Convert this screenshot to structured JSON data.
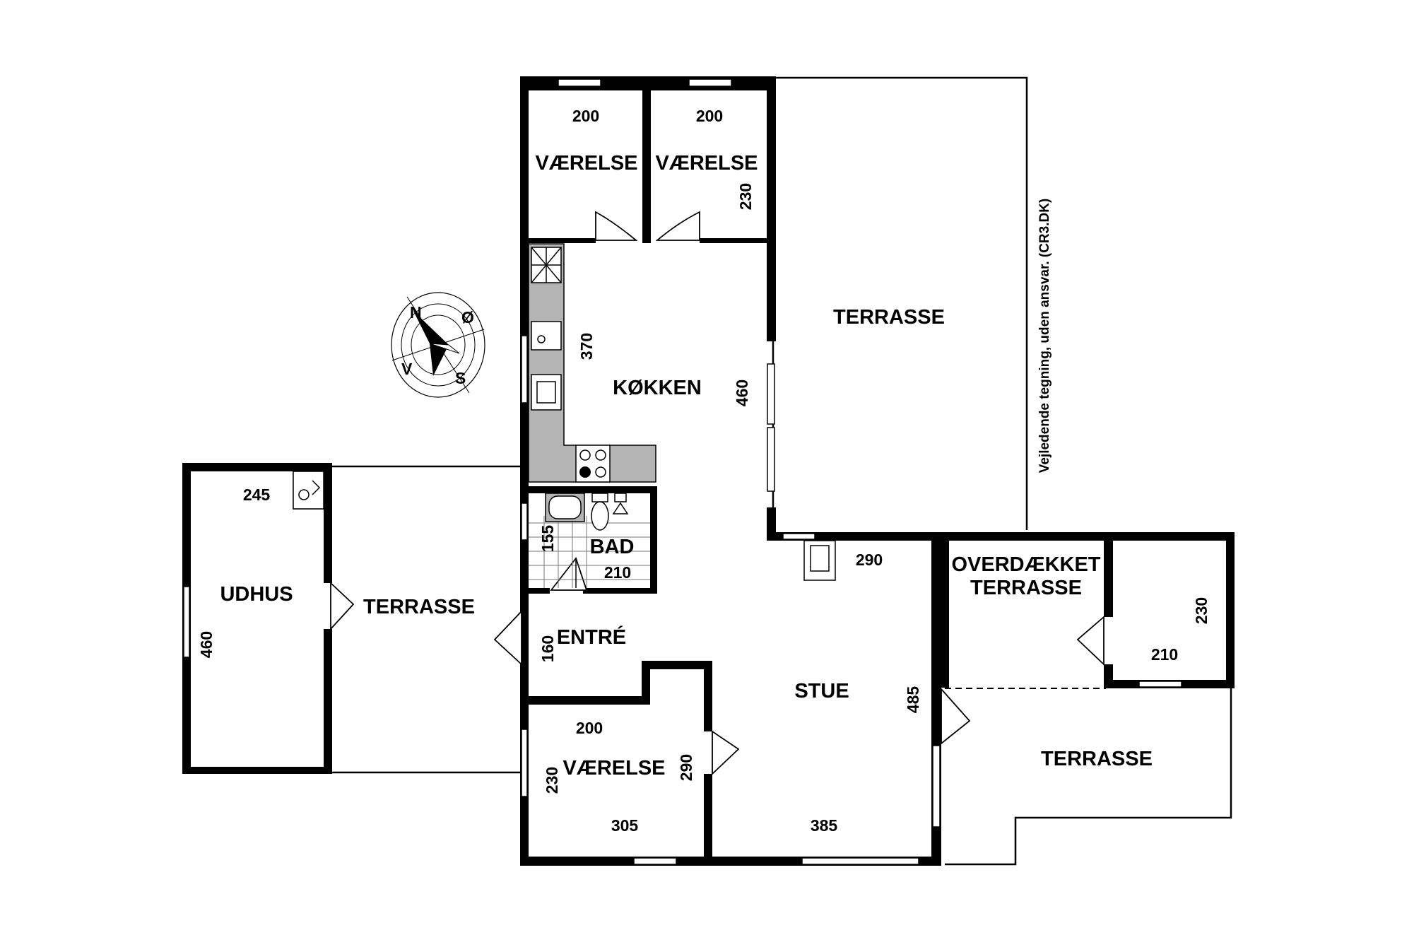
{
  "rooms": {
    "vaerelse_1": "VÆRELSE",
    "vaerelse_2": "VÆRELSE",
    "vaerelse_3": "VÆRELSE",
    "terrasse_top": "TERRASSE",
    "terrasse_left": "TERRASSE",
    "terrasse_right": "TERRASSE",
    "koekken": "KØKKEN",
    "udhus": "UDHUS",
    "bad": "BAD",
    "entre": "ENTRÉ",
    "stue": "STUE",
    "overdaekket_1": "OVERDÆKKET",
    "overdaekket_2": "TERRASSE"
  },
  "dimensions": {
    "v1_width": "200",
    "v2_width": "200",
    "v2_depth": "230",
    "koekken_370": "370",
    "koekken_460": "460",
    "udhus_245": "245",
    "udhus_460": "460",
    "bad_155": "155",
    "bad_210": "210",
    "entre_160": "160",
    "stue_290": "290",
    "stue_485": "485",
    "stue_385": "385",
    "v3_200": "200",
    "v3_290": "290",
    "v3_230": "230",
    "v3_305": "305",
    "annex_230": "230",
    "annex_210": "210"
  },
  "compass": {
    "n": "N",
    "o": "Ø",
    "s": "S",
    "v": "V"
  },
  "disclaimer": "Vejledende tegning, uden ansvar. (CR3.DK)"
}
